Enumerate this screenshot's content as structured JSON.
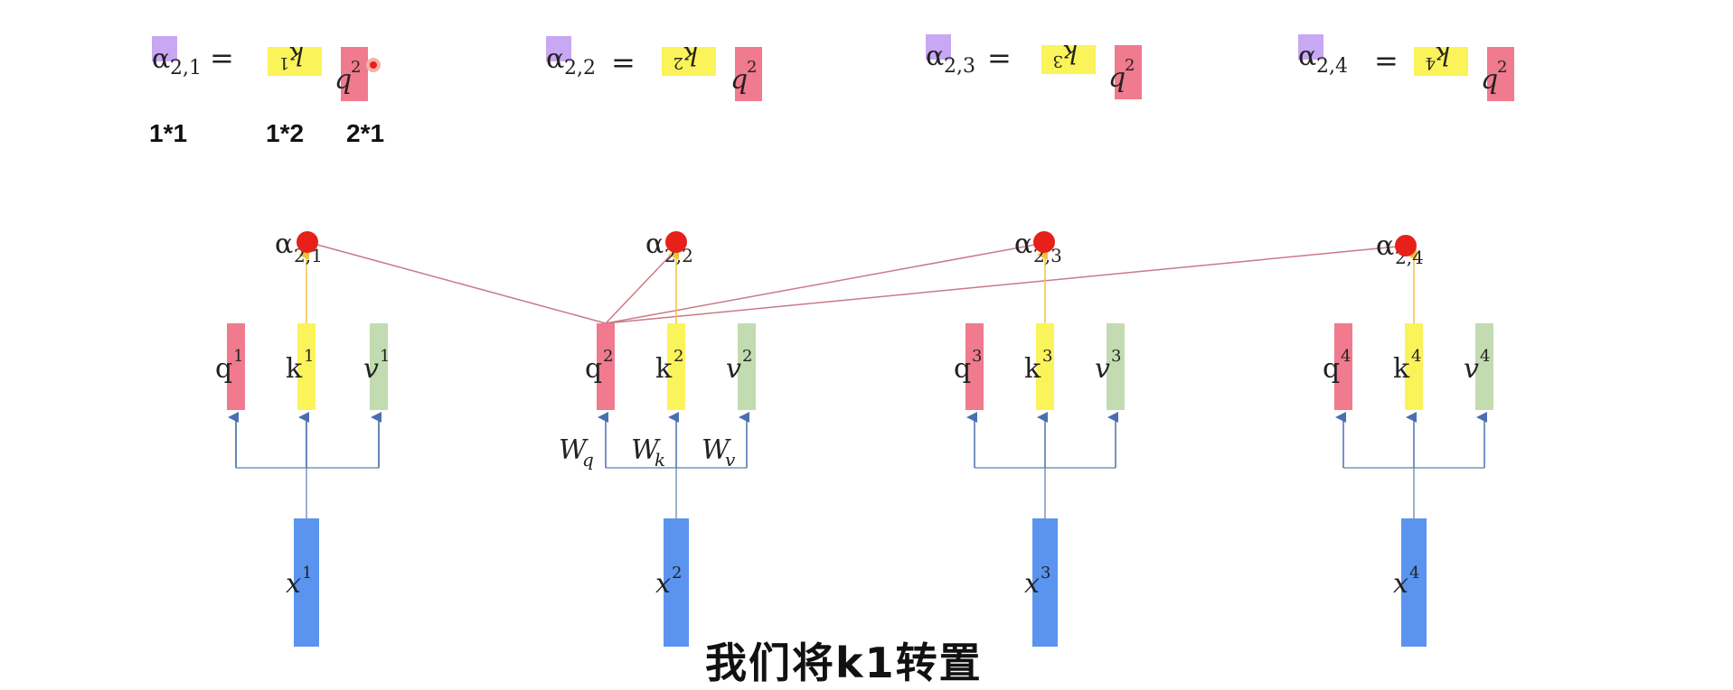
{
  "equations": [
    {
      "alpha_sub": "2,1",
      "k_sup": "1",
      "q_sup": "2"
    },
    {
      "alpha_sub": "2,2",
      "k_sup": "2",
      "q_sup": "2"
    },
    {
      "alpha_sub": "2,3",
      "k_sup": "3",
      "q_sup": "2"
    },
    {
      "alpha_sub": "2,4",
      "k_sup": "4",
      "q_sup": "2"
    }
  ],
  "dims": {
    "alpha": "1*1",
    "k": "1*2",
    "q": "2*1"
  },
  "nodes": [
    {
      "alpha_sub": "2,1",
      "q": "1",
      "k": "1",
      "v": "1",
      "x": "1"
    },
    {
      "alpha_sub": "2,2",
      "q": "2",
      "k": "2",
      "v": "2",
      "x": "2"
    },
    {
      "alpha_sub": "2,3",
      "q": "3",
      "k": "3",
      "v": "3",
      "x": "3"
    },
    {
      "alpha_sub": "2,4",
      "q": "4",
      "k": "4",
      "v": "4",
      "x": "4"
    }
  ],
  "weights": {
    "q": "q",
    "k": "k",
    "v": "v"
  },
  "subtitle": "我们将k1转置",
  "colors": {
    "q": "#f07a8e",
    "k": "#fbf35a",
    "v": "#c3dbb0",
    "x": "#5a94ef",
    "alpha": "#c8a7f3",
    "dot": "#e8201a"
  }
}
